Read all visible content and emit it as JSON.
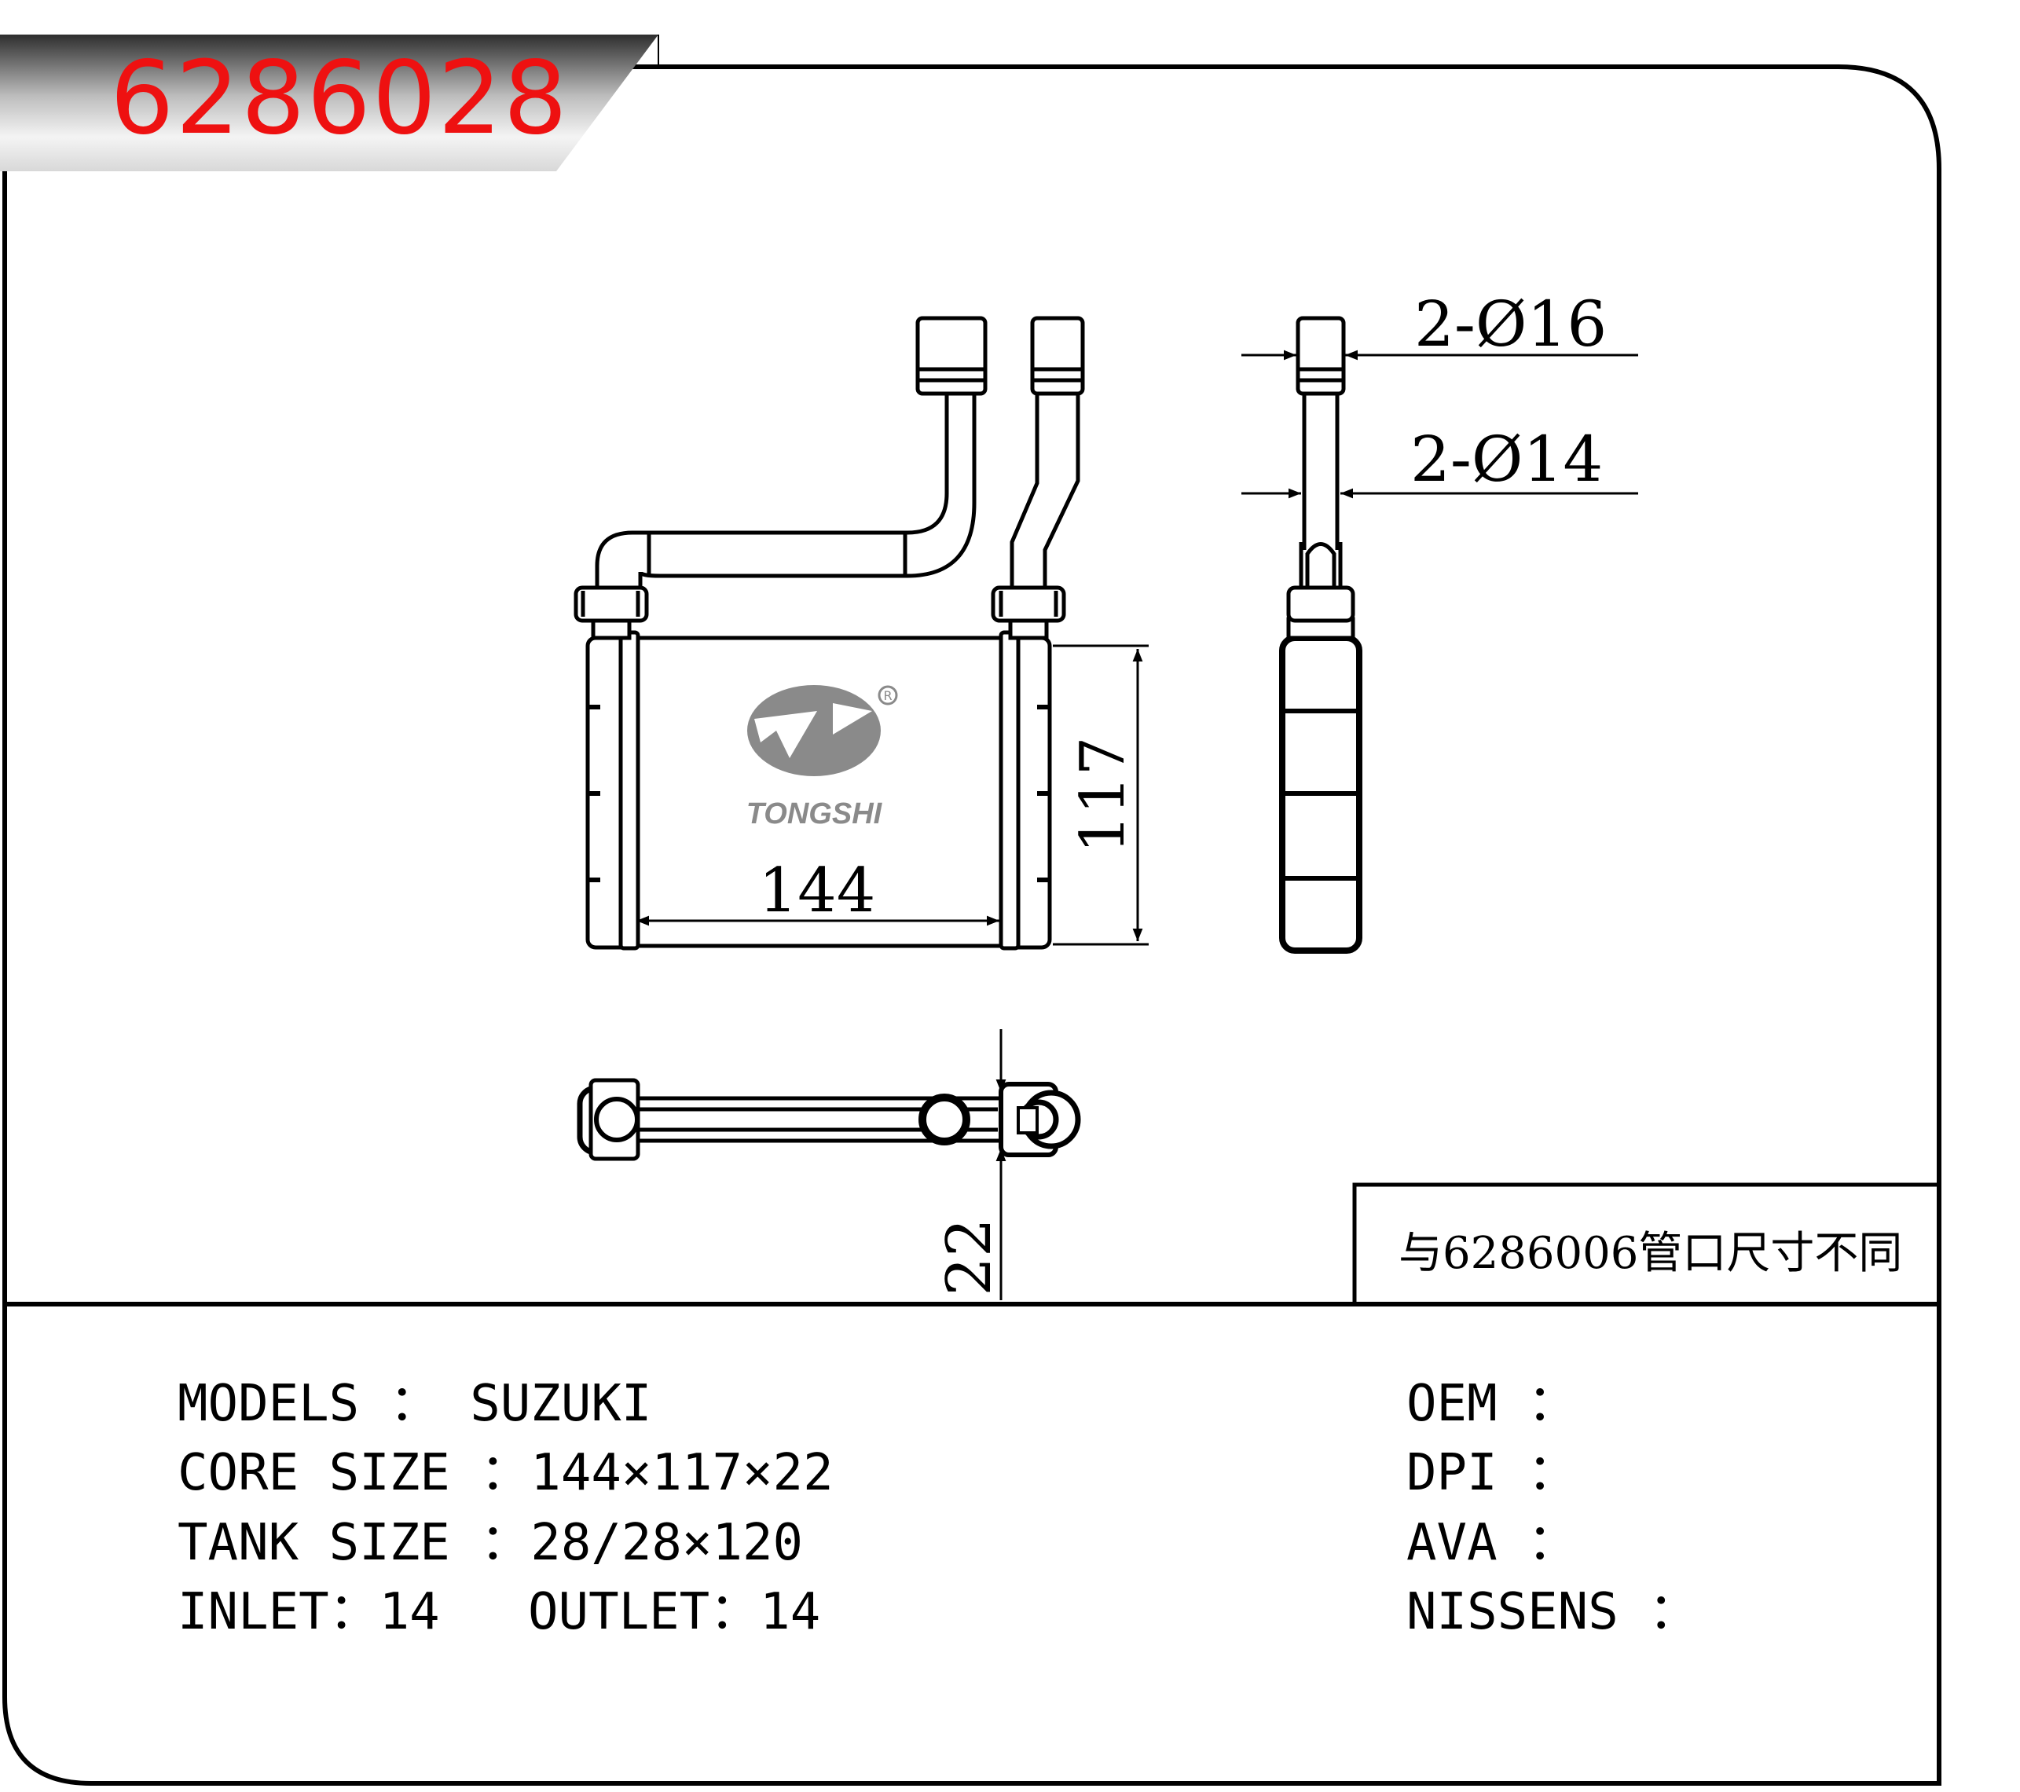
{
  "header": {
    "part_number": "6286028"
  },
  "drawing": {
    "dimension_width": "144",
    "dimension_height": "117",
    "dimension_depth": "22",
    "pipe_outer_callout": "2-Ø16",
    "pipe_inner_callout": "2-Ø14",
    "brand_logo_text": "TONGSHI",
    "registered_mark": "R"
  },
  "note": {
    "text": "与6286006管口尺寸不同"
  },
  "specs_left": {
    "models": "MODELS ： SUZUKI",
    "core_size": "CORE SIZE ：144×117×22",
    "tank_size": "TANK SIZE ：28/28×120",
    "inlet": "INLET：14",
    "outlet": "OUTLET：14"
  },
  "specs_right": {
    "oem": "OEM ：",
    "dpi": "DPI ：",
    "ava": "AVA ：",
    "nissens": "NISSENS ："
  },
  "colors": {
    "part_number": "#ee1111",
    "banner_dark": "#3a3a3a",
    "banner_light": "#eeeeee",
    "logo_gray": "#8a8a8a",
    "line": "#000000"
  }
}
